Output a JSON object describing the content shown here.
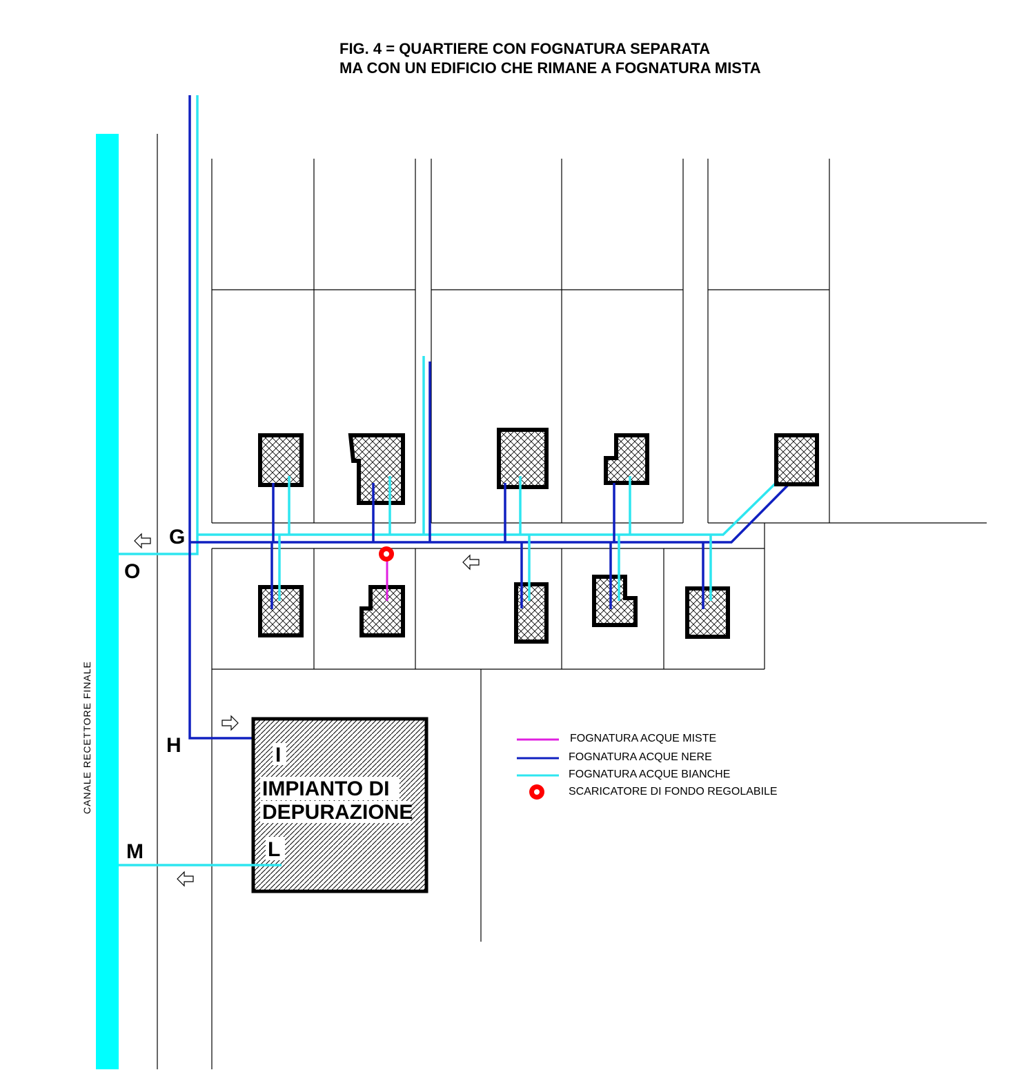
{
  "title": {
    "line1": "FIG. 4 = QUARTIERE CON FOGNATURA SEPARATA",
    "line2": "MA CON UN EDIFICIO CHE RIMANE A FOGNATURA MISTA"
  },
  "canal_label": "CANALE  RECETTORE  FINALE",
  "points": {
    "G": "G",
    "O": "O",
    "H": "H",
    "I": "I",
    "L": "L",
    "M": "M"
  },
  "plant": {
    "line1": "IMPIANTO  DI",
    "line2": "DEPURAZIONE"
  },
  "legend": [
    {
      "label": "FOGNATURA ACQUE MISTE",
      "color": "#e020e0",
      "kind": "line"
    },
    {
      "label": "FOGNATURA ACQUE NERE",
      "color": "#1020c0",
      "kind": "line"
    },
    {
      "label": "FOGNATURA ACQUE BIANCHE",
      "color": "#2ee6f0",
      "kind": "line"
    },
    {
      "label": "SCARICATORE DI FONDO REGOLABILE",
      "color": "#ff0000",
      "kind": "marker"
    }
  ],
  "colors": {
    "canal": "#00ffff",
    "acque_nere": "#1020c0",
    "acque_bianche": "#2ee6f0",
    "acque_miste": "#e020e0",
    "scaricatore": "#ff0000"
  }
}
